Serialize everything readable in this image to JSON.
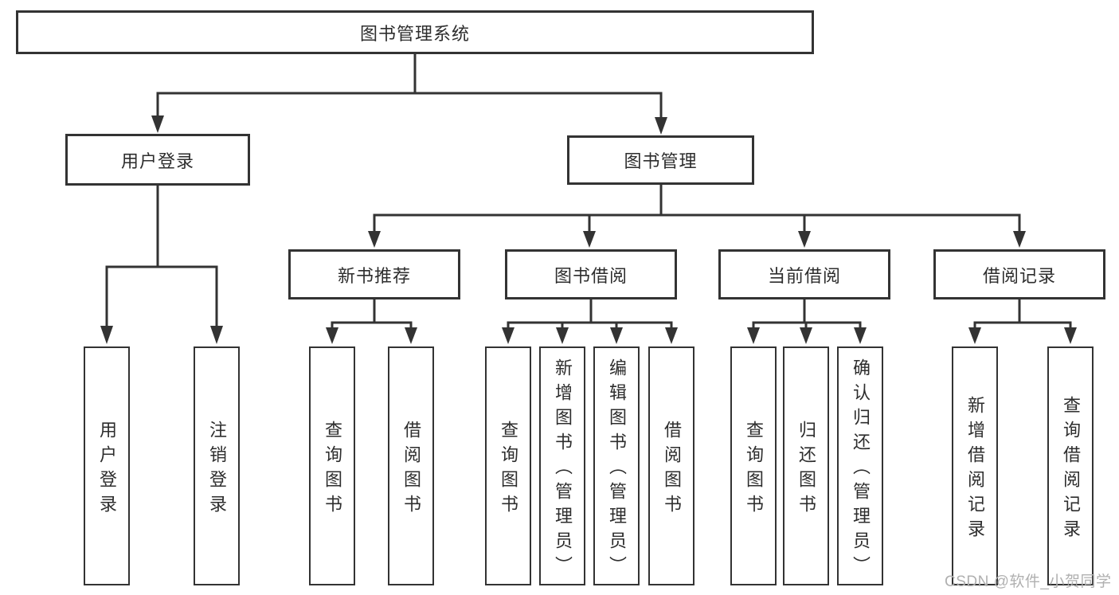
{
  "diagram": {
    "root": "图书管理系统",
    "branches": [
      {
        "label": "用户登录",
        "children": [
          "用户登录",
          "注销登录"
        ]
      },
      {
        "label": "图书管理",
        "children": [
          {
            "label": "新书推荐",
            "children": [
              "查询图书",
              "借阅图书"
            ]
          },
          {
            "label": "图书借阅",
            "children": [
              "查询图书",
              "新增图书（管理员）",
              "编辑图书（管理员）",
              "借阅图书"
            ]
          },
          {
            "label": "当前借阅",
            "children": [
              "查询图书",
              "归还图书",
              "确认归还（管理员）"
            ]
          },
          {
            "label": "借阅记录",
            "children": [
              "新增借阅记录",
              "查询借阅记录"
            ]
          }
        ]
      }
    ]
  },
  "watermark": "CSDN @软件_小贺同学",
  "colors": {
    "line": "#333333",
    "text": "#2d2d2d",
    "box_background": "#ffffff",
    "watermark": "#b0b0b0",
    "page_background": "#ffffff"
  }
}
